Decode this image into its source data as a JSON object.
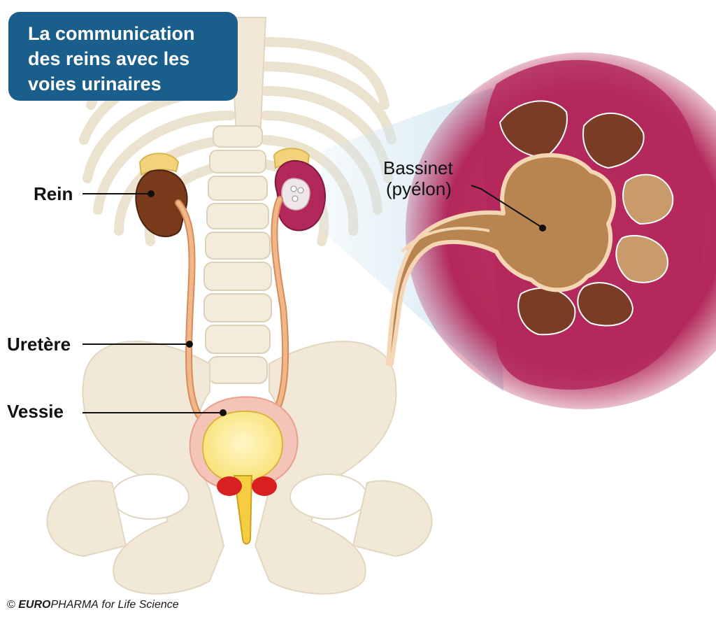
{
  "title": {
    "lines": [
      "La communication",
      "des reins avec les",
      "voies urinaires"
    ]
  },
  "labels": {
    "rein": "Rein",
    "uretere": "Uretère",
    "vessie": "Vessie",
    "bassinet_line1": "Bassinet",
    "bassinet_line2": "(pyélon)"
  },
  "credit": {
    "symbol": "©",
    "brand_bold": "EURO",
    "brand_rest": "PHARMA",
    "tagline": "for Life Science"
  },
  "colors": {
    "title_bg": "#1a5e8c",
    "bone": "#f1e8d8",
    "kidney_brown": "#7a3a1c",
    "kidney_pink": "#b3285a",
    "ureter": "#e8a070",
    "bladder_fill": "#fbe89a",
    "prostate_red": "#d82020",
    "pelvis_tan": "#b88450"
  }
}
